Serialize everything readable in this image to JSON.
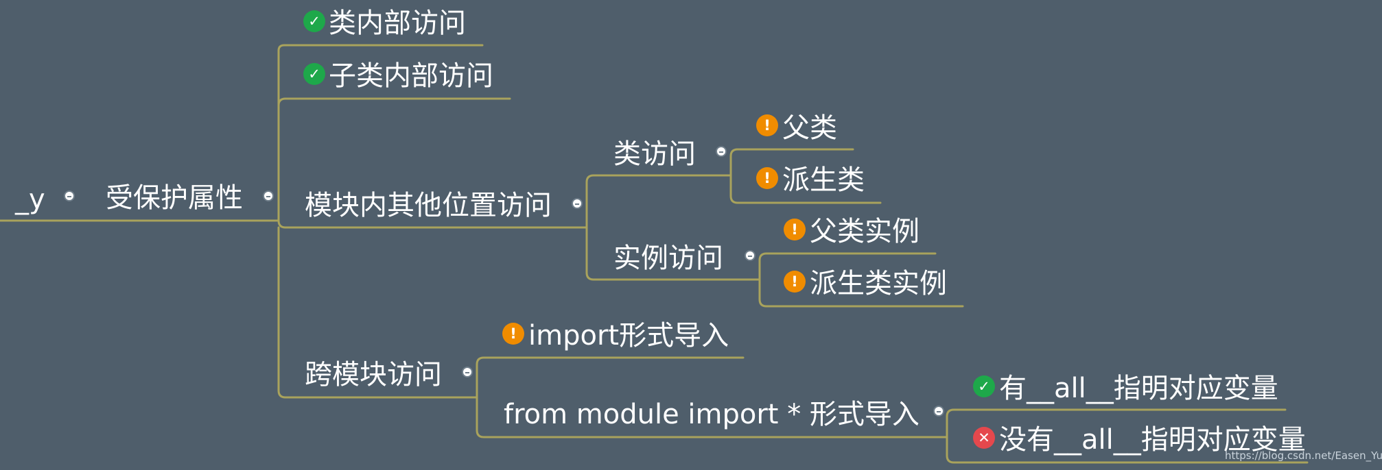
{
  "nodes": {
    "y": "_y",
    "protected": "受保护属性",
    "class_internal": "类内部访问",
    "subclass_internal": "子类内部访问",
    "module_other": "模块内其他位置访问",
    "class_access": "类访问",
    "parent_class": "父类",
    "derived_class": "派生类",
    "instance_access": "实例访问",
    "parent_instance": "父类实例",
    "derived_instance": "派生类实例",
    "cross_module": "跨模块访问",
    "import_form": "import形式导入",
    "from_import": "from module import * 形式导入",
    "with_all": "有__all__指明对应变量",
    "without_all": "没有__all__指明对应变量"
  },
  "icons": {
    "class_internal": "check-icon",
    "subclass_internal": "check-icon",
    "parent_class": "warning-icon",
    "derived_class": "warning-icon",
    "parent_instance": "warning-icon",
    "derived_instance": "warning-icon",
    "import_form": "warning-icon",
    "with_all": "check-icon",
    "without_all": "cross-icon"
  },
  "colors": {
    "background": "#4f5e6b",
    "connector": "#a9a35c",
    "check": "#1ea84a",
    "warning": "#f08c00",
    "cross": "#e5484d"
  },
  "watermark": "https://blog.csdn.net/Easen_Yu"
}
